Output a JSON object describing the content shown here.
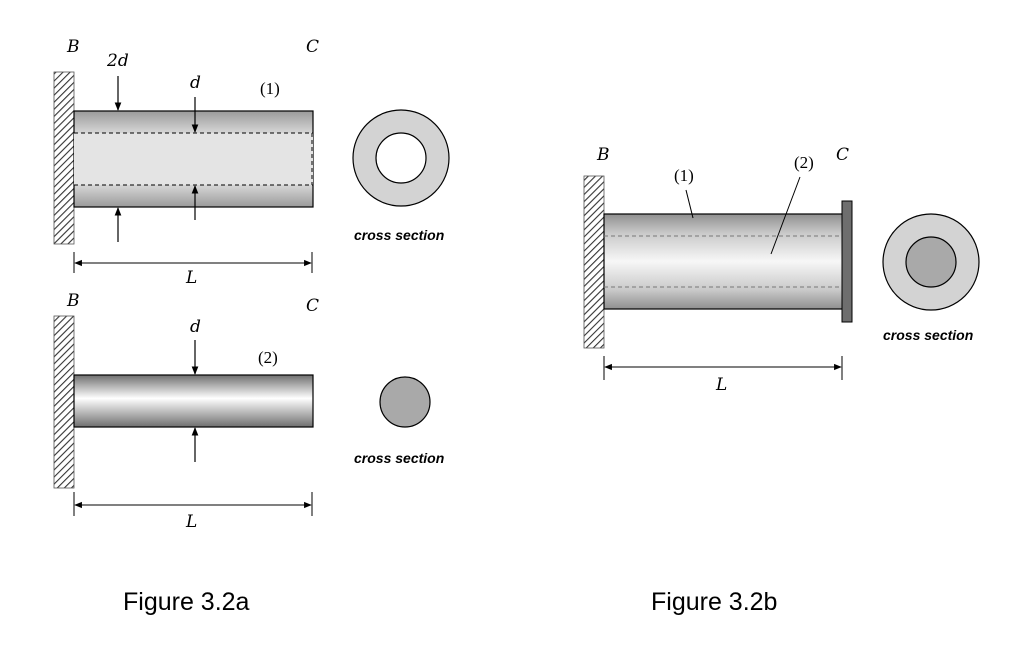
{
  "figure_a": {
    "top": {
      "label_b": "B",
      "label_c": "C",
      "label_2d": "2d",
      "label_d": "d",
      "member_label": "(1)",
      "length_label": "L",
      "cross_section_label": "cross section"
    },
    "bottom": {
      "label_b": "B",
      "label_c": "C",
      "label_d": "d",
      "member_label": "(2)",
      "length_label": "L",
      "cross_section_label": "cross section"
    },
    "caption": "Figure 3.2a"
  },
  "figure_b": {
    "label_b": "B",
    "label_c": "C",
    "member1_label": "(1)",
    "member2_label": "(2)",
    "length_label": "L",
    "cross_section_label": "cross section",
    "caption": "Figure 3.2b"
  },
  "colors": {
    "tube": "#d3d3d3",
    "bore": "#e4e4e4",
    "rod_fill": "#a9a9a9",
    "end_plate": "#6e6e6e",
    "stroke": "#000000"
  }
}
